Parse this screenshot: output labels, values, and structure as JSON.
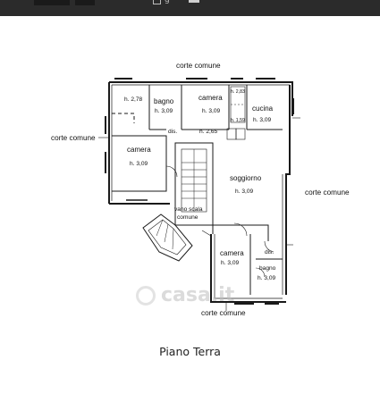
{
  "header": {
    "title_partial": "g"
  },
  "exterior_labels": {
    "top": "corte comune",
    "left": "corte comune",
    "right": "corte comune",
    "bottom": "corte comune"
  },
  "rooms": {
    "bathroom_top": {
      "name": "bagno",
      "height": "h. 3,09"
    },
    "bedroom_top": {
      "name": "camera",
      "height": "h. 3,09"
    },
    "kitchen": {
      "name": "cucina",
      "height": "h. 3,09"
    },
    "bedroom_left": {
      "name": "camera",
      "height": "h. 3,09"
    },
    "storage_left": {
      "height": "h. 2,78"
    },
    "corridor_top": {
      "name": "dis.",
      "height": "h. 2,65"
    },
    "small_283": {
      "height": "h. 2,83"
    },
    "small_159": {
      "height": "h. 1,59"
    },
    "living": {
      "name": "soggiorno",
      "height": "h. 3,09"
    },
    "stair": {
      "name_line1": "vano scala",
      "name_line2": "comune"
    },
    "bedroom_bottom": {
      "name": "camera",
      "height": "h. 3,09"
    },
    "corridor_bottom": {
      "name": "dis."
    },
    "bathroom_bottom": {
      "name": "bagno",
      "height": "h. 3,09"
    }
  },
  "caption": "Piano Terra",
  "watermark": "casa.it"
}
